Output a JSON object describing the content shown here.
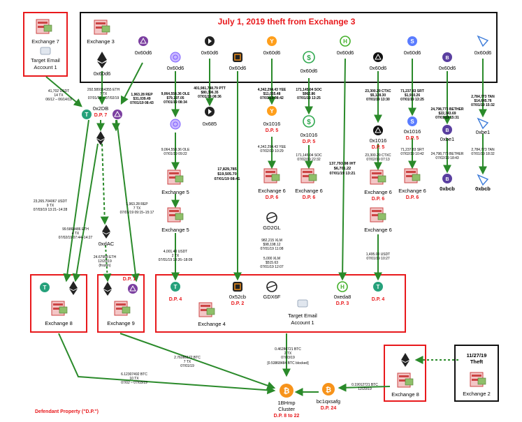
{
  "title": "July 1, 2019 theft from Exchange 3",
  "colors": {
    "red": "#e8191c",
    "green": "#2a8a2a",
    "black": "#111111",
    "tether": "#26a17b",
    "augur": "#7b3fa0",
    "bitcoin": "#f7931a",
    "tron": "#f7921a",
    "hedera": "#43b02a",
    "stellar": "#222222",
    "ocean": "#7a5cff",
    "band": "#4b7bff",
    "bat": "#ff8b1f"
  },
  "left_box": {
    "exchange": "Exchange 7",
    "account_line1": "Target Email",
    "account_line2": "Account 1"
  },
  "top_nodes": [
    {
      "id": "ex3",
      "label": "Exchange 3"
    },
    {
      "id": "eth",
      "label": "0x60d6"
    },
    {
      "id": "rep",
      "label": "0x60d6"
    },
    {
      "id": "ocn",
      "label": "0x60d6"
    },
    {
      "id": "ptt",
      "label": "0x60d6"
    },
    {
      "id": "trx",
      "label": "0x60d6"
    },
    {
      "id": "yee",
      "label": "0x60d6"
    },
    {
      "id": "soc",
      "label": "0x60d6"
    },
    {
      "id": "hbar",
      "label": "0x60d6"
    },
    {
      "id": "ctxc",
      "label": "0x60d6"
    },
    {
      "id": "srt",
      "label": "0x60d6"
    },
    {
      "id": "bether",
      "label": "0x60d6"
    },
    {
      "id": "tan",
      "label": "0x60d6"
    }
  ],
  "edge_labels": {
    "usdt_in": [
      "41,702 USDT",
      "14 TX",
      "06/12 – 06/14/19"
    ],
    "eth_out": [
      "292.589164355 ETH",
      "7 TX",
      "07/01/19 – 07/02/19"
    ],
    "rep_out": [
      "1,963.28 REP",
      "$31,039.49",
      "07/01/19 08:43"
    ],
    "ocn_out": [
      "9,064,558.36 OLE",
      "$79,197.05",
      "07/01/19 08:34"
    ],
    "ptt_out": [
      "401,981,748.79 PTT",
      "$80,396.35",
      "07/01/19 08:36"
    ],
    "yee_out": [
      "4,342,294.43 YEE",
      "$11,055.48",
      "07/01/19 08:42"
    ],
    "soc_out": [
      "171,145.04 SOC",
      "$962.86",
      "07/01/19 13:25"
    ],
    "ctxc_out": [
      "23,300.29 CTXC",
      "$5,128.30",
      "07/01/19 13:30"
    ],
    "srt_out": [
      "71,237.83 SRT",
      "$1,910.26",
      "07/01/19 13:25"
    ],
    "bether_out": [
      "24,798,773 BETHER",
      "$22,343.69",
      "07/01/19 15:31"
    ],
    "tan_out": [
      "2,784,773 TAN",
      "$14,645.76",
      "07/01/19 15:32"
    ],
    "ocn_ex5": [
      "9,064,558.36 OLE",
      "07/01/19 09:22"
    ],
    "yee_ex6": [
      "4,342,294.43 YEE",
      "07/02/19 10:29"
    ],
    "soc_ex6": [
      "171,145.04 SOC",
      "07/02/19 22:32"
    ],
    "ctxc_ex6": [
      "23,300.29 CTXC",
      "07/02/19 07:13"
    ],
    "srt_ex6": [
      "71,237.83 SRT",
      "07/02/19 10:42"
    ],
    "bether_xbcb": [
      "24,798,773 BETHER",
      "07/02/19 18:43"
    ],
    "tan_xbcb": [
      "2,784,773 TAN",
      "07/01/19 18:32"
    ],
    "trx_out": [
      "17,829,785",
      "$19,505.70",
      "07/01/19 08:41"
    ],
    "hbar_out": [
      "137,793.98 IHT",
      "$6,701.22",
      "07/01/19 13:21"
    ],
    "ex5_usdt": [
      "4,001.40 USDT",
      "2 TX",
      "07/01/19 10:26–18:09"
    ],
    "gd2gl": [
      "982,215 XLM",
      "$98,198.12",
      "07/01/19 11:08"
    ],
    "xlm2": [
      "5,000 XLM",
      "$515.63",
      "07/01/19 12:07"
    ],
    "ctxc_usdt": [
      "1,495.00 USDT",
      "07/01/19 10:27"
    ],
    "usdt_ex8": [
      "23,265.704067 USDT",
      "9 TX",
      "07/03/19 13:21–14:28"
    ],
    "eth_ex8": [
      "99.5868486 ETH",
      "4 TX",
      "07/02/19 07:44–14:27"
    ],
    "rep_ex9": [
      "1,963.28 REP",
      "7 TX",
      "07/01/19 09:15–15:17"
    ],
    "eth_frozen": [
      "24.67958 ETH",
      "12/20/19",
      "(frozen)"
    ],
    "btc_ex8": [
      "6.12307492 BTC",
      "10 TX",
      "07/02 – 07/03/19"
    ],
    "btc_ex9": [
      "2.76066172 BTC",
      "7 TX",
      "07/01/19"
    ],
    "btc_main": [
      "0.46286721 BTC",
      "2 TX",
      "07/03/19",
      "[0.53868484 BTC blocked]"
    ],
    "btc_bc1": [
      "0.19012721 BTC",
      "12/20/19"
    ]
  },
  "mid_nodes": {
    "x2db": "0x2DB",
    "dp7": "D.P. 7",
    "xdac": "0xdAC",
    "x685": "0x685",
    "x1016a": "0x1016",
    "x1016b": "0x1016",
    "x1016c": "0x1016",
    "x1016d": "0x1016",
    "xbe1a": "0xbe1",
    "xbe1b": "0xbe1",
    "xbcba": "0xbcb",
    "xbcbb": "0xbcb",
    "gd2gl": "GD2GL",
    "ex5a": "Exchange 5",
    "ex5b": "Exchange 5",
    "ex6a": "Exchange 6",
    "ex6b": "Exchange 6",
    "ex6c": "Exchange 6",
    "ex6d": "Exchange 6",
    "ex6e": "Exchange 6",
    "dp5": "D.P. 5",
    "dp6": "D.P. 6",
    "dp1": "D.P. 1"
  },
  "boxes": {
    "ex8": "Exchange 8",
    "ex9": "Exchange 9",
    "ex4": "Exchange 4",
    "x52cb": "0x52cb",
    "dp2": "D.P. 2",
    "gdx6f": "GDX6F",
    "target_line1": "Target Email",
    "target_line2": "Account 1",
    "xeda8": "0xeda8",
    "dp3": "D.P. 3",
    "dp4": "D.P. 4",
    "dp4b": "D.P. 4"
  },
  "bottom": {
    "ex8r": "Exchange 8",
    "theft_date": "11/27/19",
    "theft_word": "Theft",
    "ex2": "Exchange 2",
    "bc1": "bc1qxsafg",
    "dp24": "D.P. 24",
    "cluster1": "1BHmp",
    "cluster2": "Cluster",
    "dp822": "D.P. 8 to 22",
    "defendant": "Defendant Property (\"D.P.\")"
  }
}
